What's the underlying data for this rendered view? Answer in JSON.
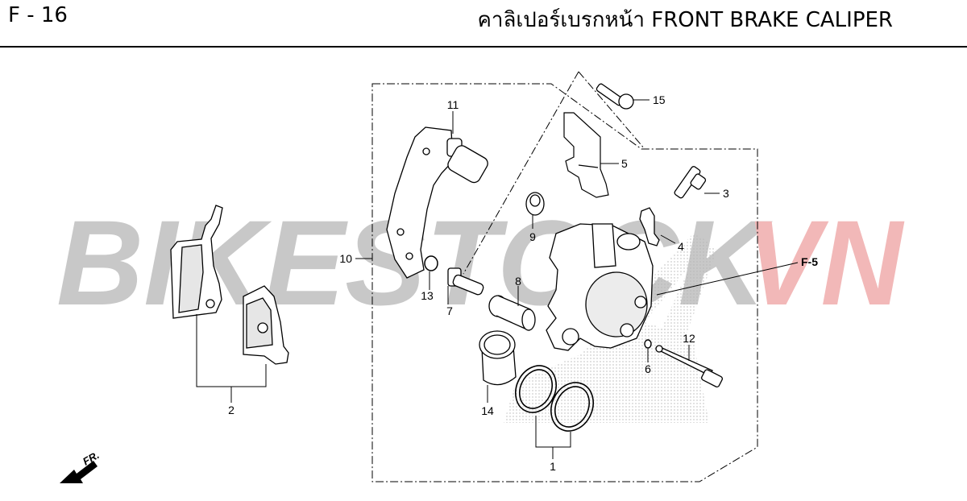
{
  "header": {
    "page_code": "F - 16",
    "title": "คาลิเปอร์เบรกหน้า  FRONT BRAKE CALIPER"
  },
  "watermark": {
    "text_main": "BIKESTOCK",
    "text_accent": "VN",
    "color_main": "#c8c8c8",
    "color_accent": "#f2b8b8"
  },
  "callouts": {
    "c1": "1",
    "c2": "2",
    "c3": "3",
    "c4": "4",
    "c5": "5",
    "c6": "6",
    "c7": "7",
    "c8": "8",
    "c9": "9",
    "c10": "10",
    "c11": "11",
    "c12": "12",
    "c13": "13",
    "c14": "14",
    "c15": "15"
  },
  "references": {
    "f5": "F-5"
  },
  "direction": {
    "label": "FR."
  }
}
